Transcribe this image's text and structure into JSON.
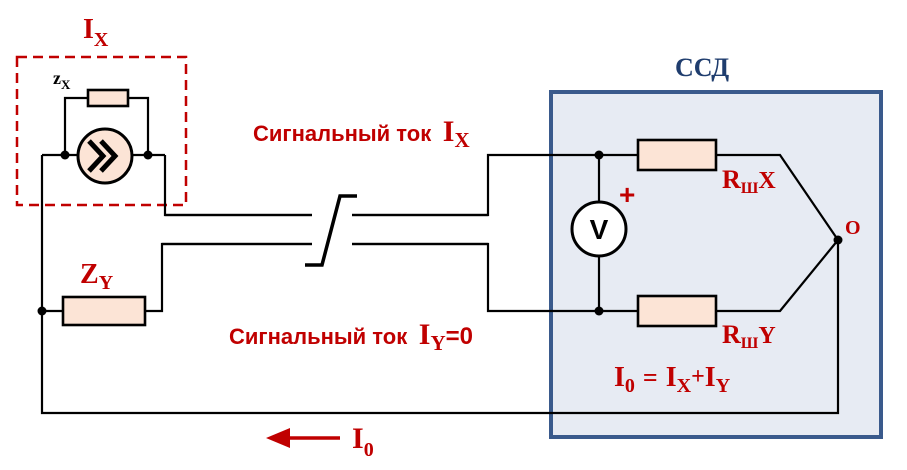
{
  "source_box": {
    "label_main": "I",
    "label_sub": "X"
  },
  "zx": {
    "main": "z",
    "sub": "X"
  },
  "zy": {
    "main": "Z",
    "sub": "Y"
  },
  "signal_x": {
    "text": "Сигнальный ток",
    "var_main": "I",
    "var_sub": "X"
  },
  "signal_y": {
    "text": "Сигнальный ток",
    "var_main": "I",
    "var_sub": "Y",
    "value": "=0"
  },
  "ssd": {
    "title": "ССД"
  },
  "rsh_x": {
    "main": "R",
    "sub": "Ш",
    "suffix": "X"
  },
  "rsh_y": {
    "main": "R",
    "sub": "Ш",
    "suffix": "Y"
  },
  "node_o": {
    "label": "O"
  },
  "voltmeter": {
    "symbol": "V",
    "polarity": "+"
  },
  "equation": {
    "lhs_main": "I",
    "lhs_sub": "0",
    "eq": "=",
    "t1_main": "I",
    "t1_sub": "X",
    "plus": "+",
    "t2_main": "I",
    "t2_sub": "Y"
  },
  "return_current": {
    "main": "I",
    "sub": "0"
  },
  "colors": {
    "red": "#c00000",
    "navy": "#1f3d6e",
    "panel": "#e7ebf3",
    "resistor": "#fce4d6"
  }
}
